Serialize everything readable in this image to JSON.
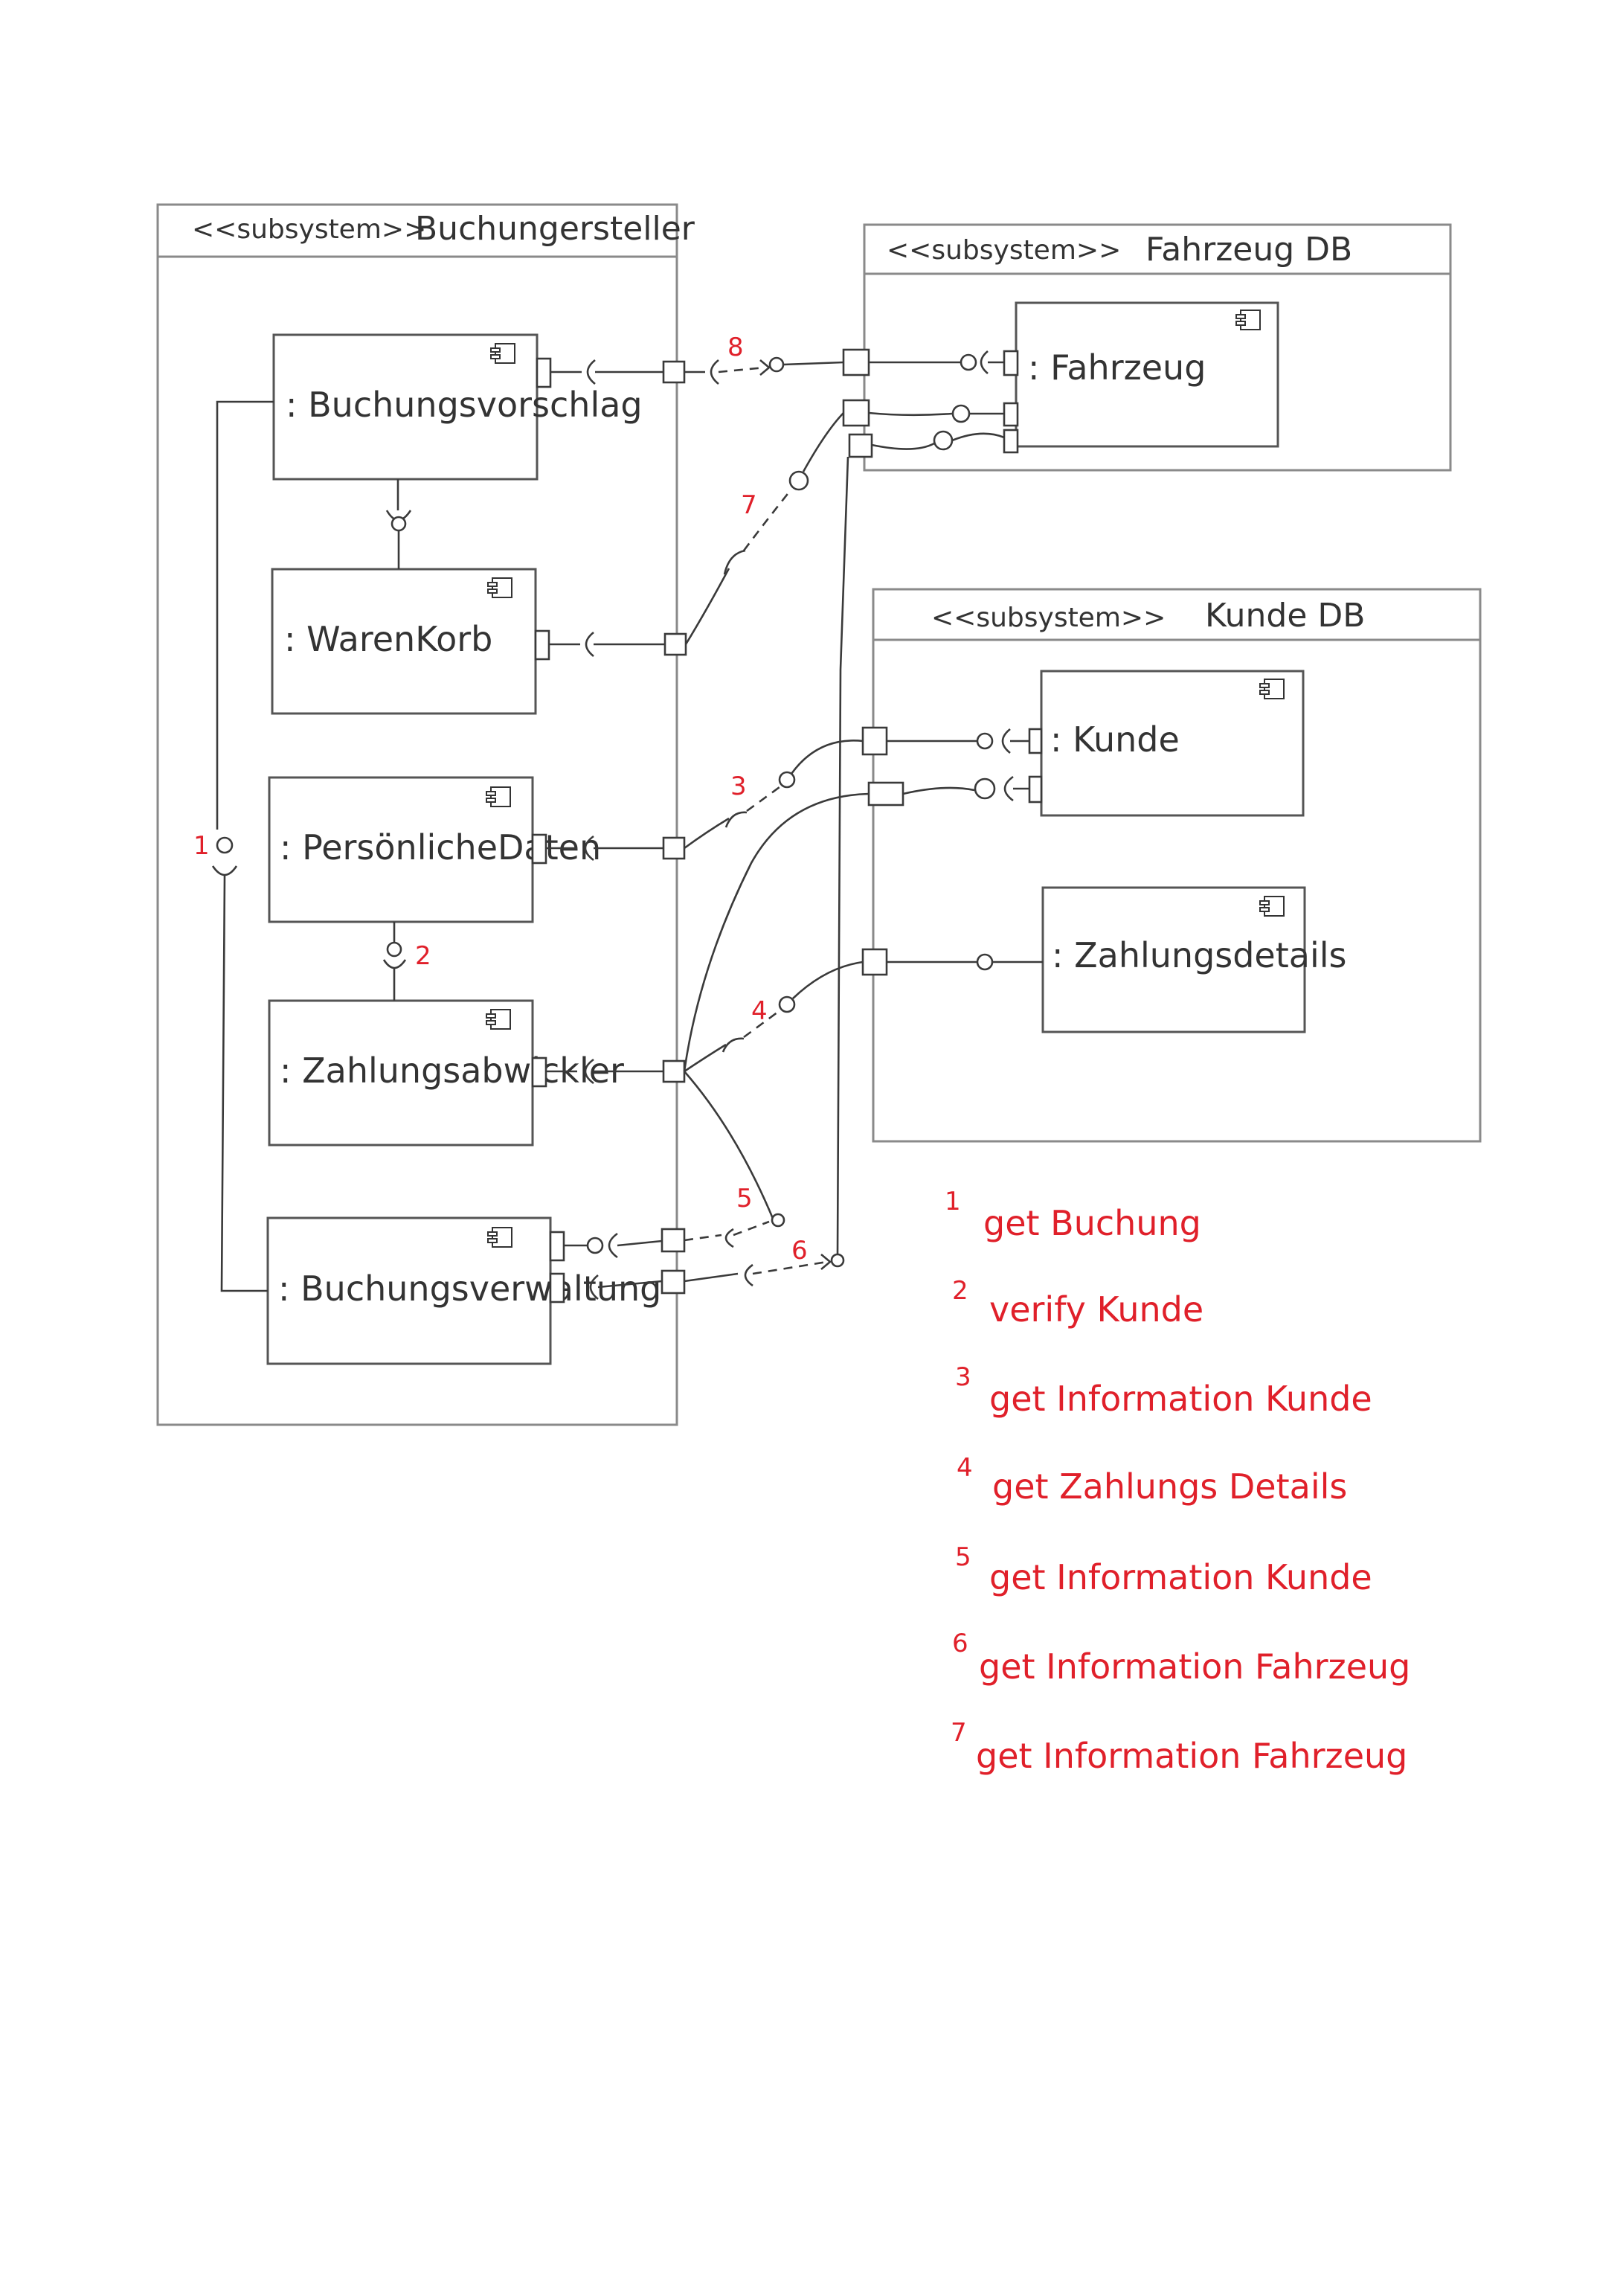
{
  "diagram": {
    "subsystems": [
      {
        "id": "booking",
        "stereotype": "<<subsystem>>",
        "name": "Buchungersteller"
      },
      {
        "id": "vehicle",
        "stereotype": "<<subsystem>>",
        "name": "Fahrzeug DB"
      },
      {
        "id": "customer",
        "stereotype": "<<subsystem>>",
        "name": "Kunde DB"
      }
    ],
    "components": [
      {
        "id": "buchungsvorschlag",
        "label": ": Buchungsvorschlag"
      },
      {
        "id": "warenkorb",
        "label": ": WarenKorb"
      },
      {
        "id": "persoenlichedaten",
        "label": ": PersönlicheDaten"
      },
      {
        "id": "zahlungsabwickler",
        "label": ": Zahlungsabwickler"
      },
      {
        "id": "buchungsverwaltung",
        "label": ": Buchungsverwaltung"
      },
      {
        "id": "fahrzeug",
        "label": ": Fahrzeug"
      },
      {
        "id": "kunde",
        "label": ": Kunde"
      },
      {
        "id": "zahlungsdetails",
        "label": ": Zahlungsdetails"
      }
    ],
    "connector_numbers": [
      "1",
      "2",
      "3",
      "4",
      "5",
      "6",
      "7",
      "8"
    ],
    "legend": [
      {
        "num": "1",
        "text": "get Buchung"
      },
      {
        "num": "2",
        "text": "verify Kunde"
      },
      {
        "num": "3",
        "text": "get Information Kunde"
      },
      {
        "num": "4",
        "text": "get Zahlungs Details"
      },
      {
        "num": "5",
        "text": "get Information Kunde"
      },
      {
        "num": "6",
        "text": "get Information Fahrzeug"
      },
      {
        "num": "7",
        "text": "get Information Fahrzeug"
      }
    ],
    "colors": {
      "annotation": "#e0202a",
      "ink": "#333333",
      "frame": "#8a8a8a"
    }
  }
}
